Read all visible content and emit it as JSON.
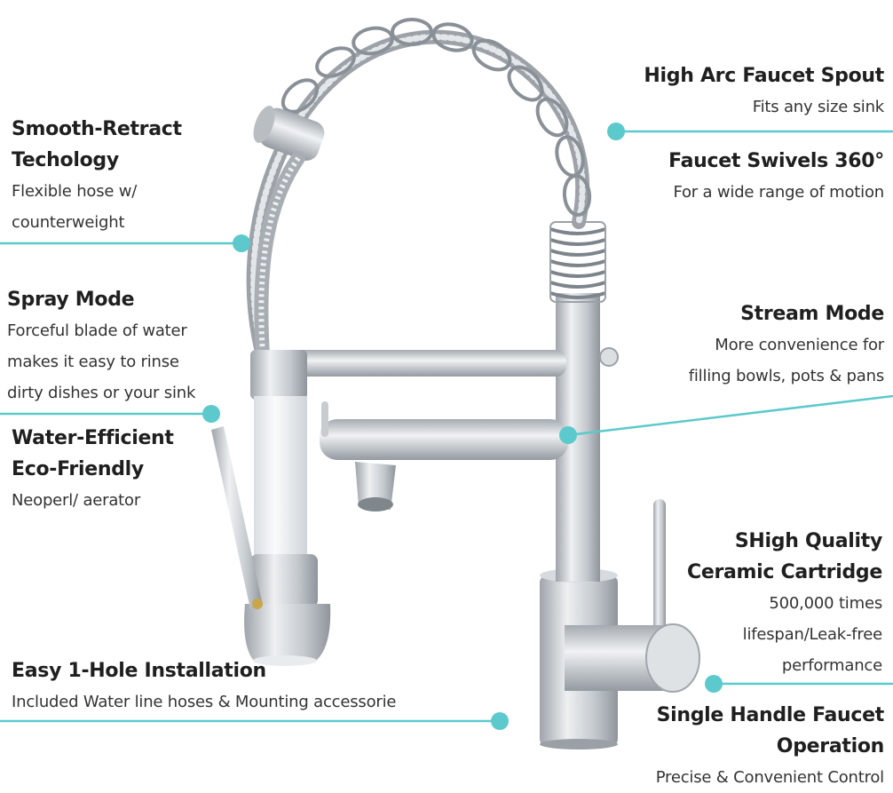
{
  "colors": {
    "accent": "#5cc9cc",
    "metal_light": "#eceef0",
    "metal_mid": "#c7cbcf",
    "metal_dark": "#8f959b",
    "sprayer_white": "#f4f6f8",
    "text": "#1f1f1f"
  },
  "callouts": {
    "smooth_retract": {
      "title_lines": [
        "Smooth-Retract",
        "Techology"
      ],
      "desc_lines": [
        "Flexible hose w/",
        "counterweight"
      ]
    },
    "spray_mode": {
      "title_lines": [
        "Spray Mode"
      ],
      "desc_lines": [
        "Forceful blade of water",
        "makes it easy to rinse",
        "dirty dishes or your sink"
      ]
    },
    "water_efficient": {
      "title_lines": [
        "Water-Efficient",
        "Eco-Friendly"
      ],
      "desc_lines": [
        "Neoperl/ aerator"
      ]
    },
    "installation": {
      "title_lines": [
        "Easy 1-Hole Installation"
      ],
      "desc_lines": [
        "Included Water line hoses & Mounting accessorie"
      ]
    },
    "high_arc": {
      "title_lines": [
        "High Arc Faucet Spout"
      ],
      "desc_lines": [
        "Fits any size sink"
      ]
    },
    "swivel": {
      "title_lines": [
        "Faucet Swivels 360°"
      ],
      "desc_lines": [
        "For a wide range of motion"
      ]
    },
    "stream_mode": {
      "title_lines": [
        "Stream Mode"
      ],
      "desc_lines": [
        "More convenience for",
        "filling bowls, pots & pans"
      ]
    },
    "cartridge": {
      "title_lines": [
        "SHigh Quality",
        "Ceramic Cartridge"
      ],
      "desc_lines": [
        "500,000 times",
        "lifespan/Leak-free",
        "performance"
      ]
    },
    "single_handle": {
      "title_lines": [
        "Single Handle Faucet",
        "Operation"
      ],
      "desc_lines": [
        "Precise & Convenient Control"
      ]
    }
  }
}
